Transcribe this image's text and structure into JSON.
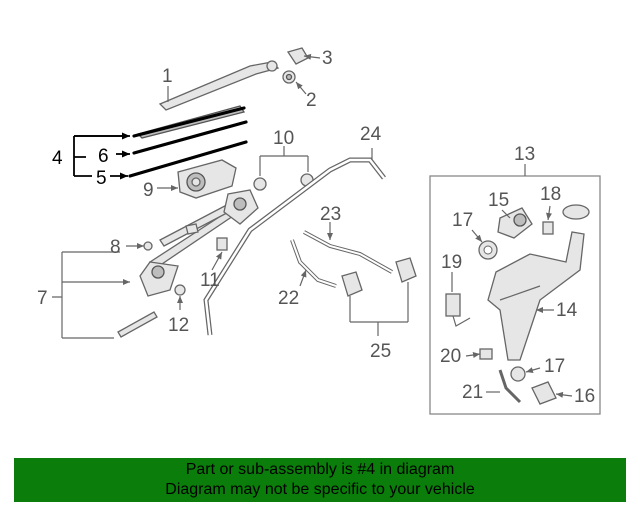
{
  "callouts": {
    "c1": "1",
    "c2": "2",
    "c3": "3",
    "c4": "4",
    "c5": "5",
    "c6": "6",
    "c7": "7",
    "c8": "8",
    "c9": "9",
    "c10": "10",
    "c11": "11",
    "c12": "12",
    "c13": "13",
    "c14": "14",
    "c15": "15",
    "c16": "16",
    "c17a": "17",
    "c17b": "17",
    "c18": "18",
    "c19": "19",
    "c20": "20",
    "c21": "21",
    "c22": "22",
    "c23": "23",
    "c24": "24",
    "c25": "25"
  },
  "banner": {
    "line1": "Part or sub-assembly is #4 in diagram",
    "line2": "Diagram may not be specific to your vehicle"
  },
  "colors": {
    "banner": "#0a7d0a",
    "highlight_part": "#000000",
    "line_art": "#666666"
  }
}
